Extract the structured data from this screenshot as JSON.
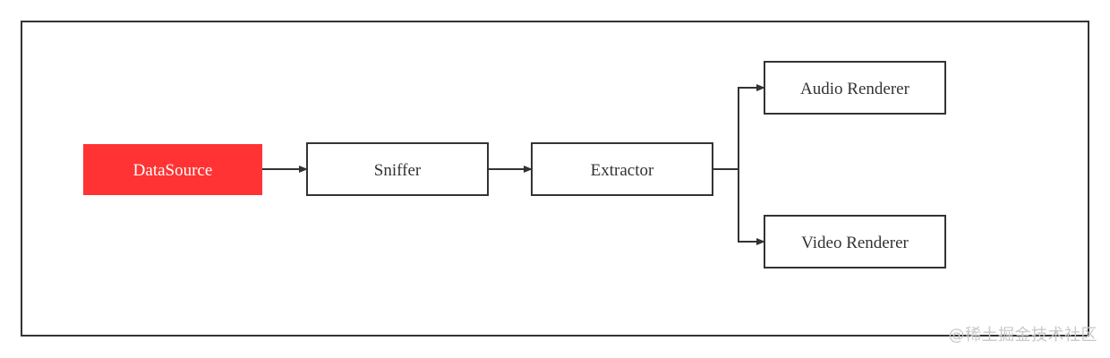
{
  "colors": {
    "frame_stroke": "#333333",
    "node_stroke": "#333333",
    "node_fill": "#ffffff",
    "source_fill": "#ff3333",
    "source_text": "#ffffff",
    "text": "#333333",
    "edge": "#333333"
  },
  "nodes": {
    "datasource": {
      "label": "DataSource"
    },
    "sniffer": {
      "label": "Sniffer"
    },
    "extractor": {
      "label": "Extractor"
    },
    "audio_renderer": {
      "label": "Audio Renderer"
    },
    "video_renderer": {
      "label": "Video Renderer"
    }
  },
  "edges": [
    {
      "from": "datasource",
      "to": "sniffer"
    },
    {
      "from": "sniffer",
      "to": "extractor"
    },
    {
      "from": "extractor",
      "to": "audio_renderer"
    },
    {
      "from": "extractor",
      "to": "video_renderer"
    }
  ],
  "watermark": "@稀土掘金技术社区"
}
